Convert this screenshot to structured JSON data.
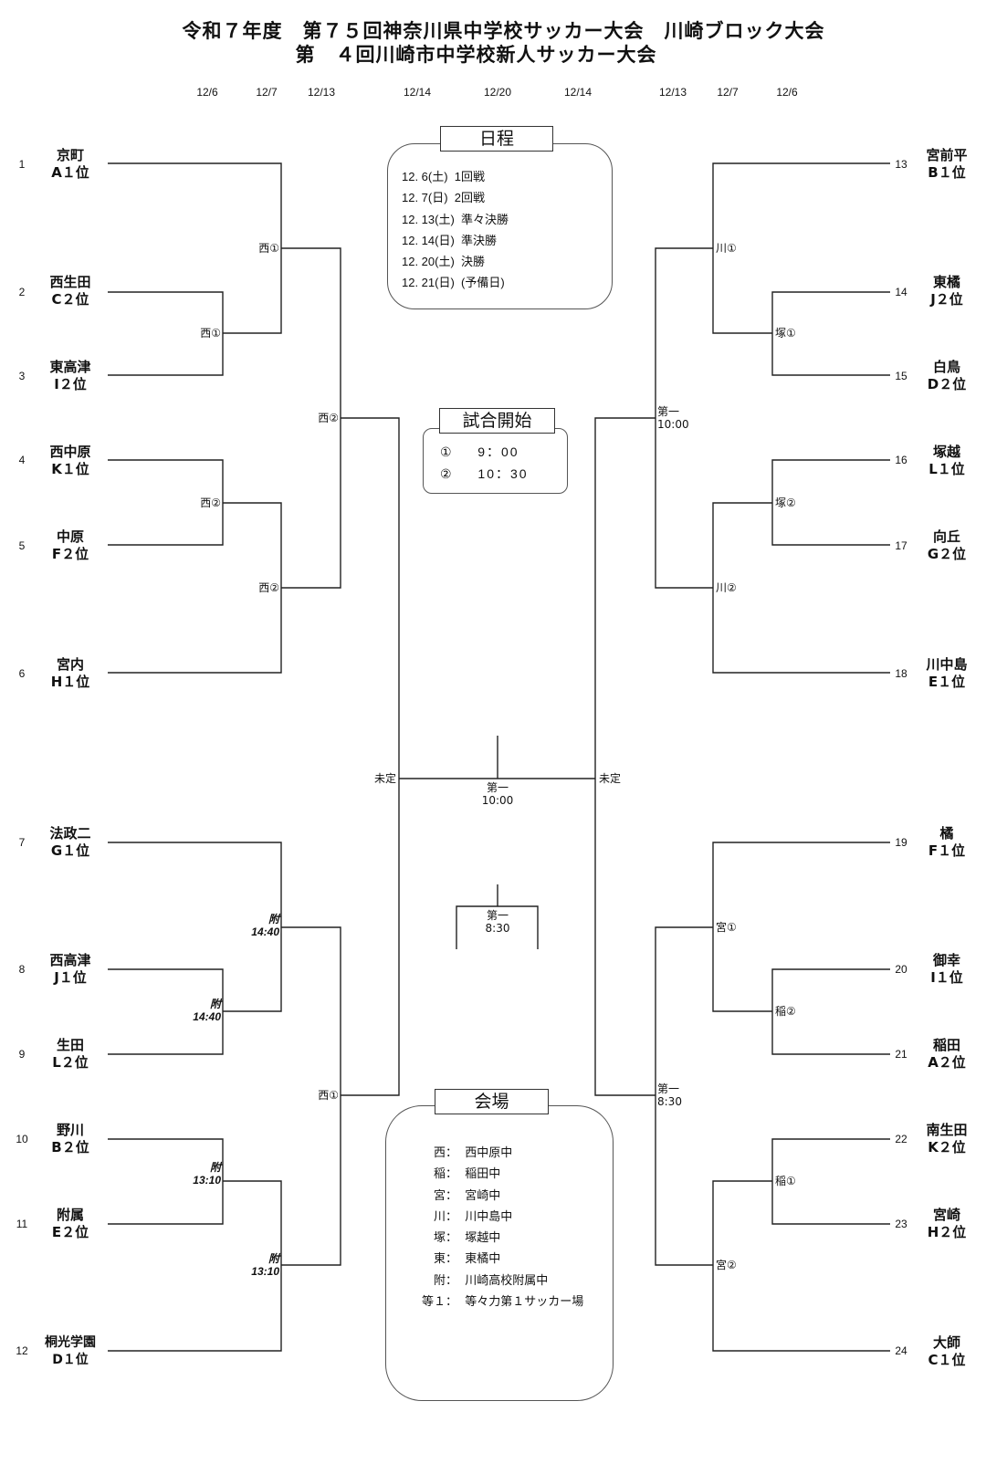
{
  "header": {
    "title_line1": "令和７年度　第７５回神奈川県中学校サッカー大会　川崎ブロック大会",
    "title_line2": "第　４回川崎市中学校新人サッカー大会"
  },
  "round_dates": {
    "left": [
      "12/6",
      "12/7",
      "12/13",
      "12/14"
    ],
    "center": "12/20",
    "right": [
      "12/14",
      "12/13",
      "12/7",
      "12/6"
    ]
  },
  "teams": [
    {
      "seed": "1",
      "name": "京町",
      "rank": "A１位"
    },
    {
      "seed": "2",
      "name": "西生田",
      "rank": "C２位"
    },
    {
      "seed": "3",
      "name": "東高津",
      "rank": "I２位"
    },
    {
      "seed": "4",
      "name": "西中原",
      "rank": "K１位"
    },
    {
      "seed": "5",
      "name": "中原",
      "rank": "F２位"
    },
    {
      "seed": "6",
      "name": "宮内",
      "rank": "H１位"
    },
    {
      "seed": "7",
      "name": "法政二",
      "rank": "G１位"
    },
    {
      "seed": "8",
      "name": "西高津",
      "rank": "J１位"
    },
    {
      "seed": "9",
      "name": "生田",
      "rank": "L２位"
    },
    {
      "seed": "10",
      "name": "野川",
      "rank": "B２位"
    },
    {
      "seed": "11",
      "name": "附属",
      "rank": "E２位"
    },
    {
      "seed": "12",
      "name": "桐光学園",
      "rank": "D１位"
    },
    {
      "seed": "13",
      "name": "宮前平",
      "rank": "B１位"
    },
    {
      "seed": "14",
      "name": "東橘",
      "rank": "J２位"
    },
    {
      "seed": "15",
      "name": "白鳥",
      "rank": "D２位"
    },
    {
      "seed": "16",
      "name": "塚越",
      "rank": "L１位"
    },
    {
      "seed": "17",
      "name": "向丘",
      "rank": "G２位"
    },
    {
      "seed": "18",
      "name": "川中島",
      "rank": "E１位"
    },
    {
      "seed": "19",
      "name": "橘",
      "rank": "F１位"
    },
    {
      "seed": "20",
      "name": "御幸",
      "rank": "I１位"
    },
    {
      "seed": "21",
      "name": "稲田",
      "rank": "A２位"
    },
    {
      "seed": "22",
      "name": "南生田",
      "rank": "K２位"
    },
    {
      "seed": "23",
      "name": "宮崎",
      "rank": "H２位"
    },
    {
      "seed": "24",
      "name": "大師",
      "rank": "C１位"
    }
  ],
  "match_labels": {
    "l_r1_a": "西①",
    "l_r2_a": "西①",
    "l_r1_b": "西②",
    "l_r2_b": "西②",
    "l_qf_top": "西②",
    "l_r1_c": "附\n14:40",
    "l_r2_c": "附\n14:40",
    "l_r1_d": "附\n13:10",
    "l_r2_d": "附\n13:10",
    "l_qf_bottom": "西①",
    "l_sf": "未定",
    "r_r2_a": "川①",
    "r_r1_a": "塚①",
    "r_r1_b": "塚②",
    "r_r2_b": "川②",
    "r_qf_top": "第一\n10:00",
    "r_r2_c": "宮①",
    "r_r1_c": "稲②",
    "r_r1_d": "稲①",
    "r_r2_d": "宮②",
    "r_qf_bottom": "第一\n8:30",
    "r_sf": "未定",
    "final": "第一\n10:00",
    "third_place": "第一\n8:30"
  },
  "schedule": {
    "heading": "日程",
    "rows": [
      "12. 6(土)  1回戦",
      "12. 7(日)  2回戦",
      "12. 13(土)  準々決勝",
      "12. 14(日)  準決勝",
      "12. 20(土)  決勝",
      "12. 21(日)  (予備日)"
    ]
  },
  "kickoff": {
    "heading": "試合開始",
    "rows": [
      {
        "slot": "①",
        "time": "9：00"
      },
      {
        "slot": "②",
        "time": "10：30"
      }
    ]
  },
  "venues": {
    "heading": "会場",
    "rows": [
      {
        "key": "西",
        "name": "西中原中"
      },
      {
        "key": "稲",
        "name": "稲田中"
      },
      {
        "key": "宮",
        "name": "宮崎中"
      },
      {
        "key": "川",
        "name": "川中島中"
      },
      {
        "key": "塚",
        "name": "塚越中"
      },
      {
        "key": "東",
        "name": "東橘中"
      },
      {
        "key": "附",
        "name": "川崎高校附属中"
      },
      {
        "key": "等１",
        "name": "等々力第１サッカー場"
      }
    ]
  }
}
